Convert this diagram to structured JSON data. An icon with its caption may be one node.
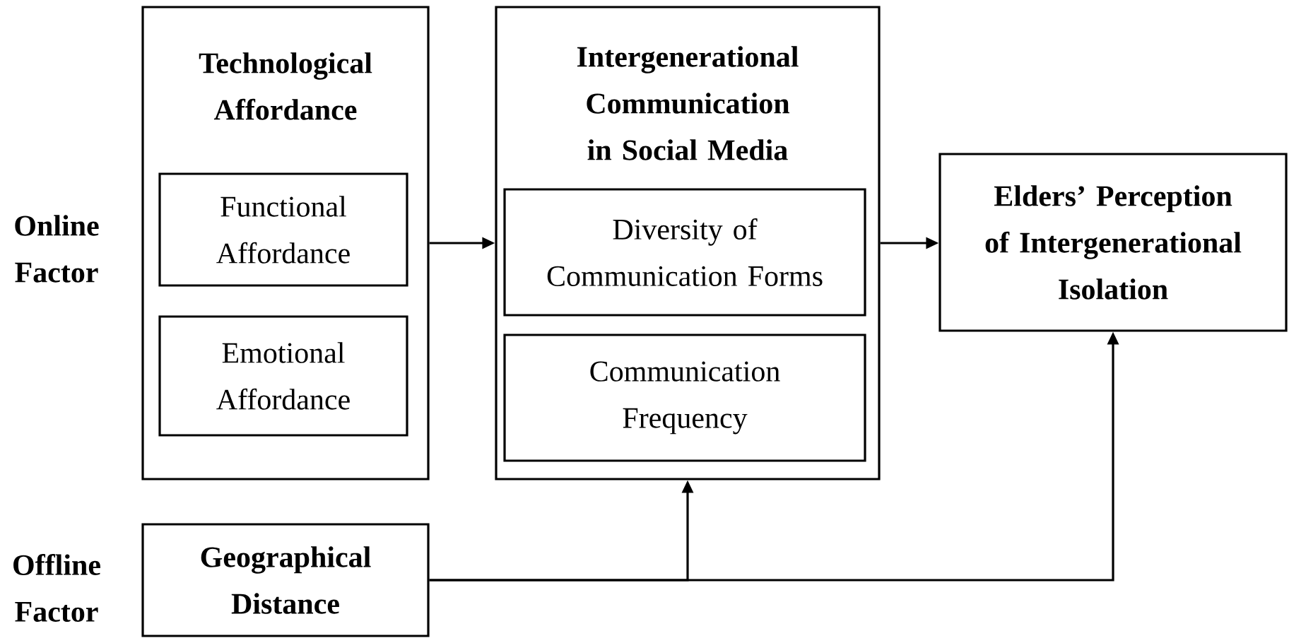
{
  "diagram": {
    "nodes": [
      {
        "text": [
          "Technological Affordance"
        ]
      },
      {
        "text": [
          "Functional Affordance"
        ],
        "in": 0
      },
      {
        "text": [
          "Emotional Affordance"
        ],
        "in": 0
      },
      {
        "text": [
          "Intergenerational Communication in Social Media"
        ]
      },
      {
        "text": [
          "Diversity of Communication Forms"
        ],
        "in": 3
      },
      {
        "text": [
          "Communication Frequency"
        ],
        "in": 3
      },
      {
        "text": [
          "Elders’ Perception of Intergenerational Isolation"
        ]
      },
      {
        "text": [
          "Geographical Distance"
        ]
      }
    ],
    "edges": [
      {
        "from": 0,
        "to": 3,
        "arrow": "to"
      },
      {
        "from": 3,
        "to": 6,
        "arrow": "to"
      },
      {
        "from": 7,
        "to": 3,
        "arrow": "to"
      },
      {
        "from": 7,
        "to": 6,
        "arrow": "to"
      }
    ],
    "labels": [
      "Online Factor",
      "Offline Factor"
    ]
  }
}
